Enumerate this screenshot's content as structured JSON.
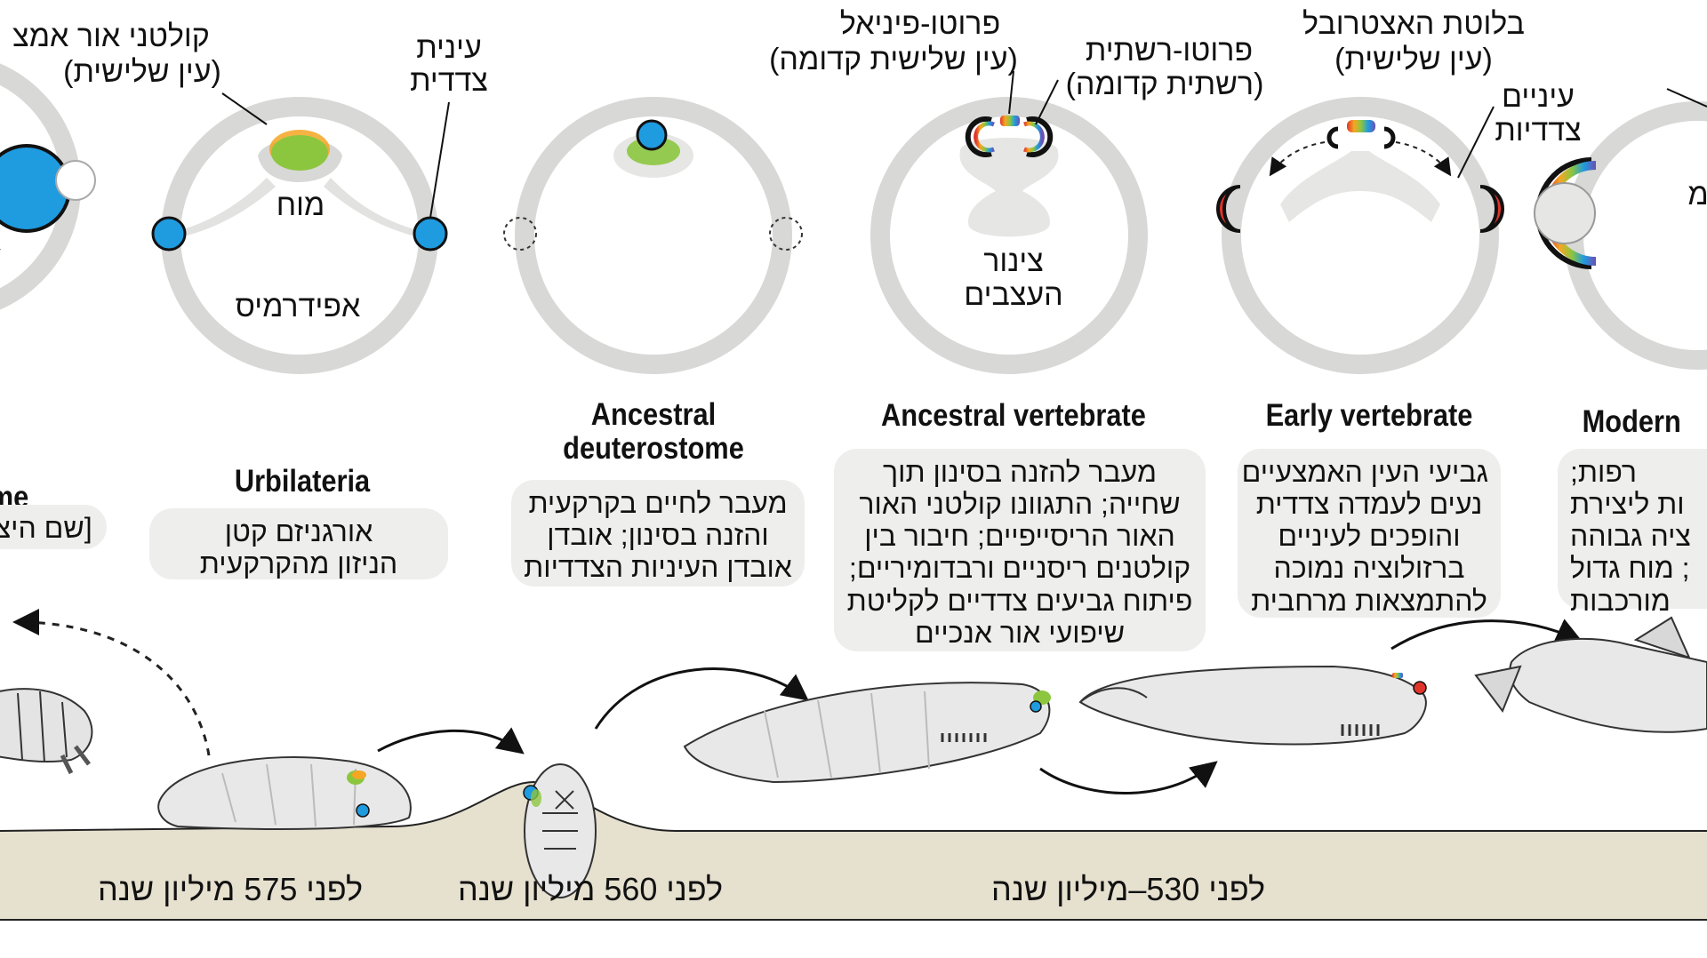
{
  "labels": {
    "light_cells_left": "קולטני אור אמצ",
    "third_eye_left": "(עין שלישית)",
    "lateral_eye": "עינית",
    "lateral_eye2": "צדדית",
    "brain": "מוח",
    "epidermis": "אפידרמיס",
    "proto_pineal": "פרוטו-פיניאל",
    "proto_pineal_sub": "(עין שלישית קדומה)",
    "proto_retina": "פרוטו-רשתית",
    "proto_retina_sub": "(רשתית קדומה)",
    "neural_tube": "צינור",
    "neural_tube2": "העצבים",
    "pineal_gland": "בלוטת האצטרובל",
    "pineal_gland_sub": "(עין שלישית)",
    "lateral_eyes": "עיניים",
    "lateral_eyes2": "צדדיות",
    "right_edge_letter": "מ"
  },
  "stages": {
    "left_title_fragment": "me",
    "left_box_fragment": "[שם היצו",
    "urbilateria": {
      "title": "Urbilateria",
      "lines": [
        "אורגניזם קטן",
        "הניזון מהקרקעית"
      ]
    },
    "deuterostome": {
      "title1": "Ancestral",
      "title2": "deuterostome",
      "lines": [
        "מעבר לחיים בקרקעית",
        "והזנה בסינון; אובדן",
        "אובדן העיניות הצדדיות"
      ]
    },
    "ancestral_vertebrate": {
      "title": "Ancestral vertebrate",
      "lines": [
        "מעבר להזנה בסינון תוך",
        "שחייה; התגוונו קולטני האור",
        "האור הריסייפיים; חיבור בין",
        "קולטנים ריסניים ורבדומיריים;",
        "פיתוח גביעים צדדיים לקליטת",
        "שיפועי אור אנכיים"
      ]
    },
    "early_vertebrate": {
      "title": "Early vertebrate",
      "lines": [
        "גביעי העין האמצעיים",
        "נעים לעמדה צדדית",
        "והופכים לעיניים",
        "ברזולוציה נמוכה",
        "להתמצאות מרחבית"
      ]
    },
    "modern": {
      "title": "Modern",
      "lines": [
        "רפות;",
        "ות ליצירת",
        "ציה גבוהה",
        "; מוח גדול",
        "מורכבות"
      ]
    }
  },
  "timeline": {
    "t575": "לפני 575 מיליון שנה",
    "t560": "לפני 560 מיליון שנה",
    "t530": "לפני 530–מיליון שנה"
  },
  "colors": {
    "ring": "#d8d8d6",
    "blue": "#1f9be0",
    "green": "#8cc63f",
    "orange": "#f5a623",
    "red": "#e0352b",
    "seafloor": "#e6e0cf",
    "box": "#eeeeec"
  }
}
